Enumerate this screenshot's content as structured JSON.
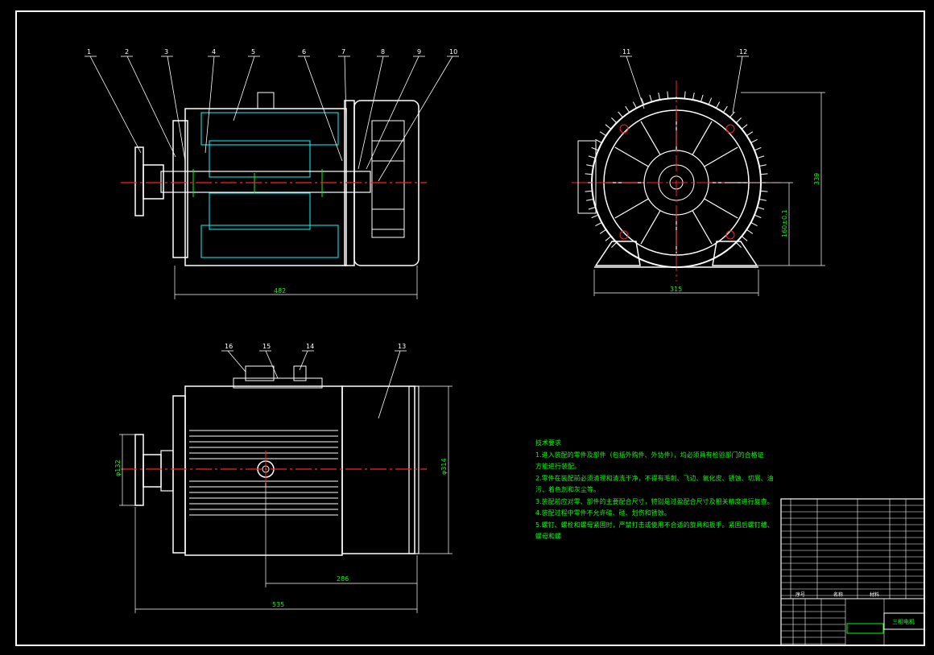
{
  "drawing": {
    "part_balloons": [
      "1",
      "2",
      "3",
      "4",
      "5",
      "6",
      "7",
      "8",
      "9",
      "10",
      "11",
      "12",
      "13",
      "14",
      "15",
      "16"
    ],
    "dims": {
      "top_length": "482",
      "end_width": "315",
      "end_height": "339",
      "end_center": "160±0.1",
      "bot_overall": "535",
      "bot_body": "286",
      "bot_flange": "φ132",
      "bot_dia": "φ314"
    },
    "notes": {
      "title": "技术要求",
      "lines": [
        "1.进入装配的零件及部件（包括外购件、外协件），均必须具有检验部门的合格证",
        "方能进行装配。",
        "2.零件在装配前必须清理和清洗干净，不得有毛刺、飞边、氧化皮、锈蚀、切屑、油",
        "污、着色剂和灰尘等。",
        "3.装配前应对零、部件的主要配合尺寸，特别是过盈配合尺寸及相关精度进行复查。",
        "4.装配过程中零件不允许磕、碰、划伤和锈蚀。",
        "5.螺钉、螺栓和螺母紧固时，严禁打击或使用不合适的旋具和扳手。紧固后螺钉槽、",
        "螺母和螺"
      ]
    },
    "title_block": {
      "drawing_name": "三相电机",
      "col_labels": [
        "序号",
        "名称",
        "材料"
      ]
    }
  }
}
